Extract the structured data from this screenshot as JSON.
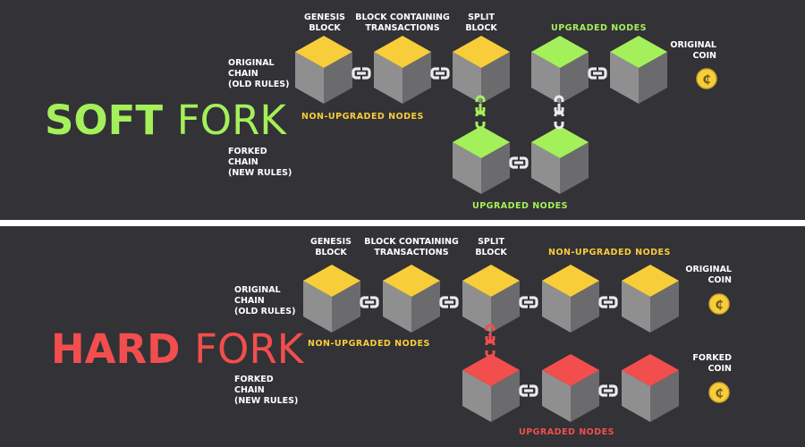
{
  "colors": {
    "background": "#333236",
    "divider": "#ffffff",
    "soft_accent": "#a4f05a",
    "hard_accent": "#f24e4e",
    "non_upgraded": "#f8cd3a",
    "cube_left": "#8f8f90",
    "cube_right": "#6b6b6d",
    "label_text": "#ffffff",
    "chain_link": "#ebebeb"
  },
  "soft_fork": {
    "title_bold": "SOFT",
    "title_light": "FORK",
    "block_labels": {
      "genesis": [
        "GENESIS",
        "BLOCK"
      ],
      "transactions": [
        "BLOCK CONTAINING",
        "TRANSACTIONS"
      ],
      "split": [
        "SPLIT",
        "BLOCK"
      ]
    },
    "original_chain_label": [
      "ORIGINAL",
      "CHAIN",
      "(OLD RULES)"
    ],
    "forked_chain_label": [
      "FORKED",
      "CHAIN",
      "(NEW RULES)"
    ],
    "non_upgraded_label": "NON-UPGRADED NODES",
    "upgraded_top_label": "UPGRADED NODES",
    "upgraded_bottom_label": "UPGRADED NODES",
    "coin_label": [
      "ORIGINAL",
      "COIN"
    ],
    "coin_icon": "cent-coin-icon",
    "original_chain_blocks": [
      "yellow",
      "yellow",
      "yellow",
      "green",
      "green"
    ],
    "forked_chain_blocks": [
      "green",
      "green"
    ]
  },
  "hard_fork": {
    "title_bold": "HARD",
    "title_light": "FORK",
    "block_labels": {
      "genesis": [
        "GENESIS",
        "BLOCK"
      ],
      "transactions": [
        "BLOCK CONTAINING",
        "TRANSACTIONS"
      ],
      "split": [
        "SPLIT",
        "BLOCK"
      ]
    },
    "original_chain_label": [
      "ORIGINAL",
      "CHAIN",
      "(OLD RULES)"
    ],
    "forked_chain_label": [
      "FORKED",
      "CHAIN",
      "(NEW RULES)"
    ],
    "non_upgraded_bottom_label": "NON-UPGRADED NODES",
    "non_upgraded_top_label": "NON-UPGRADED NODES",
    "upgraded_label": "UPGRADED NODES",
    "original_coin_label": [
      "ORIGINAL",
      "COIN"
    ],
    "forked_coin_label": [
      "FORKED",
      "COIN"
    ],
    "coin_icon": "cent-coin-icon",
    "original_chain_blocks": [
      "yellow",
      "yellow",
      "yellow",
      "yellow",
      "yellow"
    ],
    "forked_chain_blocks": [
      "red",
      "red",
      "red"
    ]
  }
}
